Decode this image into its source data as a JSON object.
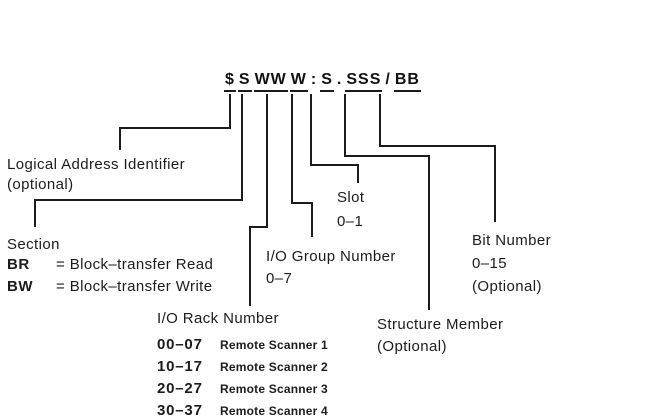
{
  "address": {
    "full_text": "$SWWW:S.SSS/BB",
    "segments": [
      {
        "text": "$",
        "underlined": true,
        "component": "logical-address-identifier"
      },
      {
        "text": "S",
        "underlined": true,
        "component": "section"
      },
      {
        "text": "WW",
        "underlined": true,
        "component": "io-rack-number"
      },
      {
        "text": "W",
        "underlined": true,
        "component": "io-group-number"
      },
      {
        "text": ":",
        "underlined": false,
        "component": "delimiter"
      },
      {
        "text": "S",
        "underlined": true,
        "component": "slot"
      },
      {
        "text": ".",
        "underlined": false,
        "component": "delimiter"
      },
      {
        "text": "SSS",
        "underlined": true,
        "component": "structure-member"
      },
      {
        "text": "/",
        "underlined": false,
        "component": "delimiter"
      },
      {
        "text": "BB",
        "underlined": true,
        "component": "bit-number"
      }
    ]
  },
  "callouts": {
    "logical_address": {
      "title": "Logical Address Identifier",
      "note": "(optional)"
    },
    "section": {
      "title": "Section",
      "options": [
        {
          "code": "BR",
          "meaning": "= Block–transfer Read"
        },
        {
          "code": "BW",
          "meaning": "= Block–transfer Write"
        }
      ]
    },
    "io_rack": {
      "title": "I/O Rack Number",
      "ranges": [
        {
          "range": "00–07",
          "scanner": "Remote Scanner 1"
        },
        {
          "range": "10–17",
          "scanner": "Remote Scanner 2"
        },
        {
          "range": "20–27",
          "scanner": "Remote Scanner 3"
        },
        {
          "range": "30–37",
          "scanner": "Remote Scanner 4"
        }
      ]
    },
    "io_group": {
      "title": "I/O Group Number",
      "range": "0–7"
    },
    "slot": {
      "title": "Slot",
      "range": "0–1"
    },
    "structure_member": {
      "title": "Structure Member",
      "note": "(Optional)"
    },
    "bit_number": {
      "title": "Bit Number",
      "range": "0–15",
      "note": "(Optional)"
    }
  },
  "colors": {
    "background": "#ffffff",
    "ink": "#1c1c1c"
  }
}
